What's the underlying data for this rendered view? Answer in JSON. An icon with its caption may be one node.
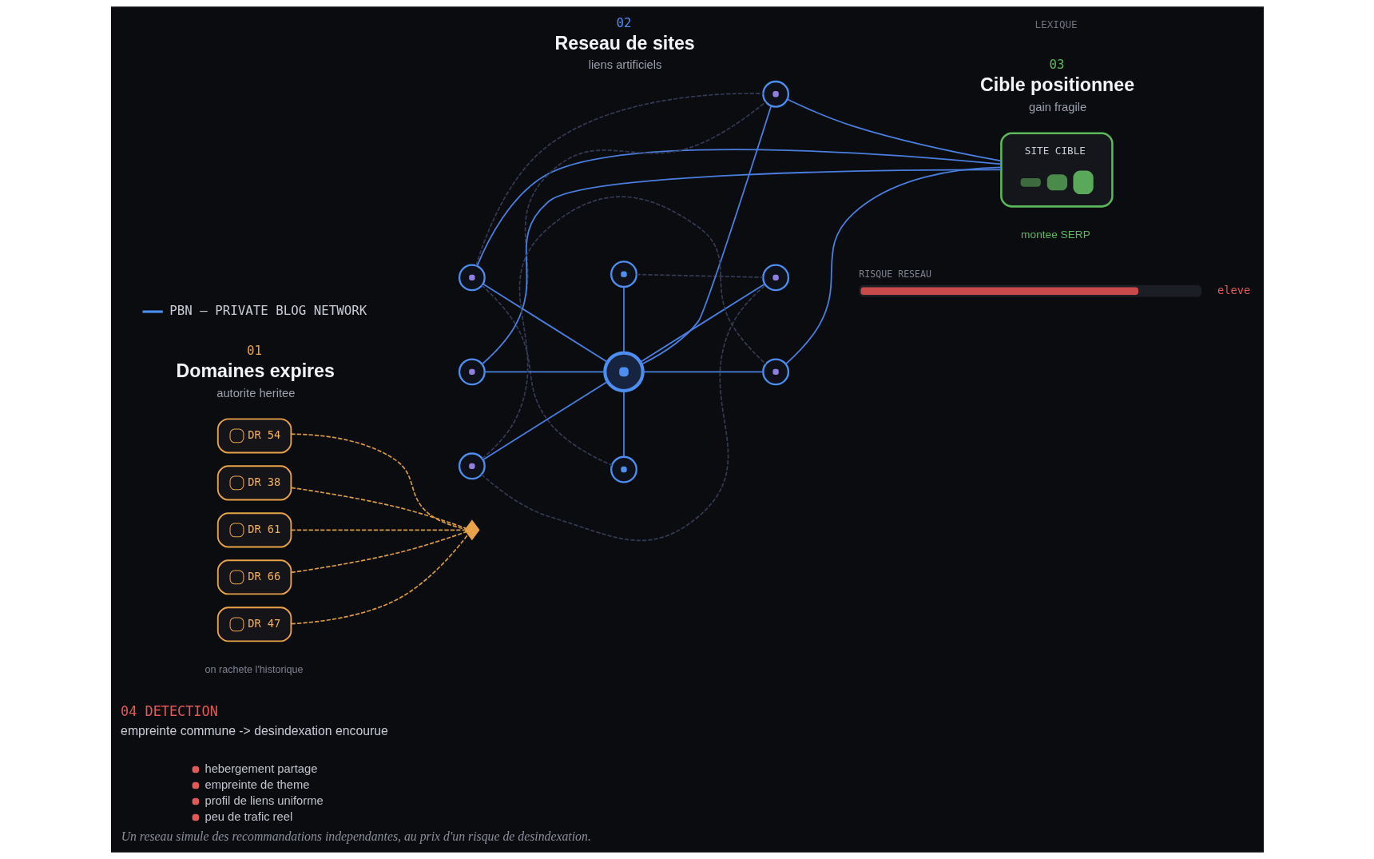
{
  "diagram": {
    "title": "PBN – PRIVATE BLOG NETWORK",
    "caption": "Un reseau simule des recommandations independantes, au prix d'un risque de desindexation.",
    "nodes": [
      {
        "text": [
          "DR 54"
        ]
      },
      {
        "text": [
          "DR 38"
        ]
      },
      {
        "text": [
          "DR 61"
        ]
      },
      {
        "text": [
          "DR 66"
        ]
      },
      {
        "text": [
          "DR 47"
        ]
      },
      {
        "text": [],
        "shape": "diamond"
      },
      {
        "text": [],
        "shape": "circle"
      },
      {
        "text": [],
        "shape": "circle"
      },
      {
        "text": [],
        "shape": "circle"
      },
      {
        "text": [],
        "shape": "circle"
      },
      {
        "text": [],
        "shape": "circle"
      },
      {
        "text": [],
        "shape": "circle"
      },
      {
        "text": [],
        "shape": "circle"
      },
      {
        "text": [],
        "shape": "circle"
      },
      {
        "text": [],
        "shape": "circle"
      },
      {
        "text": [
          "SITE CIBLE"
        ],
        "beside": [
          "montee SERP"
        ]
      }
    ],
    "edges": [
      {
        "from": 0,
        "to": 5,
        "arrow": "none",
        "style": "dashed",
        "color": "#d99a45"
      },
      {
        "from": 1,
        "to": 5,
        "arrow": "none",
        "style": "dashed",
        "color": "#d99a45"
      },
      {
        "from": 2,
        "to": 5,
        "arrow": "none",
        "style": "dashed",
        "color": "#d99a45"
      },
      {
        "from": 3,
        "to": 5,
        "arrow": "none",
        "style": "dashed",
        "color": "#d99a45"
      },
      {
        "from": 4,
        "to": 5,
        "arrow": "none",
        "style": "dashed",
        "color": "#d99a45"
      },
      {
        "from": 6,
        "to": 10,
        "arrow": "none"
      },
      {
        "from": 7,
        "to": 10,
        "arrow": "none"
      },
      {
        "from": 10,
        "to": 8,
        "arrow": "none"
      },
      {
        "from": 9,
        "to": 10,
        "arrow": "none"
      },
      {
        "from": 10,
        "to": 11,
        "arrow": "none"
      },
      {
        "from": 12,
        "to": 10,
        "arrow": "none"
      },
      {
        "from": 10,
        "to": 13,
        "arrow": "none"
      },
      {
        "from": 10,
        "to": 14,
        "arrow": "none"
      },
      {
        "from": 8,
        "to": 15,
        "arrow": "none"
      },
      {
        "from": 6,
        "to": 15,
        "arrow": "none"
      },
      {
        "from": 9,
        "to": 15,
        "arrow": "none"
      },
      {
        "from": 11,
        "to": 15,
        "arrow": "none"
      },
      {
        "from": 6,
        "to": 8,
        "arrow": "none",
        "style": "dashed",
        "color": "#343b55"
      },
      {
        "from": 9,
        "to": 8,
        "arrow": "none",
        "style": "dashed",
        "color": "#343b55"
      },
      {
        "from": 6,
        "to": 13,
        "arrow": "none",
        "style": "dashed",
        "color": "#343b55"
      },
      {
        "from": 7,
        "to": 14,
        "arrow": "none",
        "style": "dashed",
        "color": "#343b55"
      },
      {
        "from": 12,
        "to": 11,
        "arrow": "none",
        "style": "dashed",
        "color": "#343b55"
      },
      {
        "from": 12,
        "to": 14,
        "arrow": "none",
        "style": "dashed",
        "color": "#343b55"
      }
    ],
    "labels": [
      "LEXIQUE",
      "01",
      "Domaines expires",
      "autorite heritee",
      "02",
      "Reseau de sites",
      "liens artificiels",
      "03",
      "Cible positionnee",
      "gain fragile",
      "on rachete l'historique",
      "04 DETECTION",
      "empreinte commune -> desindexation encourue",
      "RISQUE RESEAU",
      "eleve",
      "hebergement partage",
      "empreinte de theme",
      "profil de liens uniforme",
      "peu de trafic reel"
    ]
  }
}
